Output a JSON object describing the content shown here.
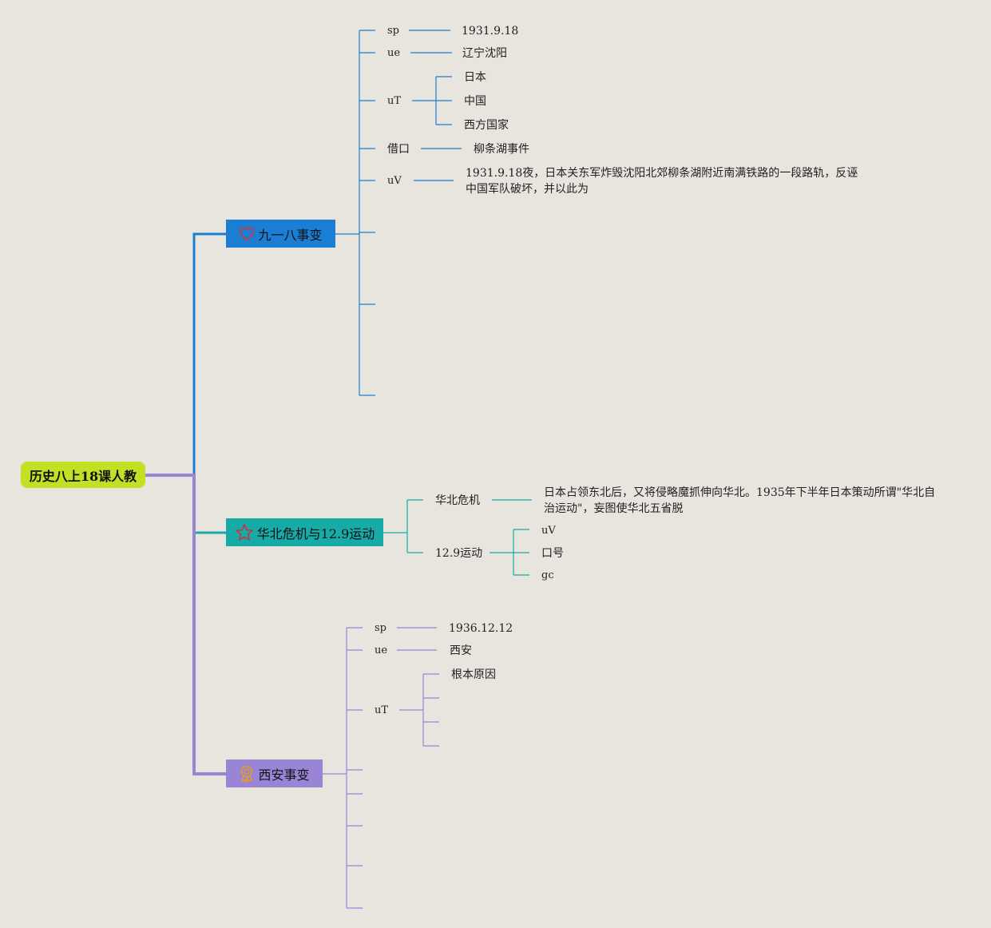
{
  "root": "历史八上18课人教",
  "branch1": {
    "title": "九一八事变",
    "icon": "heart-icon",
    "color": "#1a7fd4",
    "sp_label": "sp",
    "sp_value": "1931.9.18",
    "ue_label": "ue",
    "ue_value": "辽宁沈阳",
    "ut_label": "uT",
    "ut_items": [
      "日本",
      "中国",
      "西方国家"
    ],
    "pretext_label": "借口",
    "pretext_value": "柳条湖事件",
    "uv_label": "uV",
    "uv_value": "1931.9.18夜，日本关东军炸毁沈阳北郊柳条湖附近南满铁路的一段路轨，反诬中国军队破坏，并以此为"
  },
  "branch2": {
    "title": "华北危机与12.9运动",
    "icon": "star-icon",
    "color": "#17aaa7",
    "crisis_label": "华北危机",
    "crisis_value": "日本占领东北后，又将侵略魔抓伸向华北。1935年下半年日本策动所谓\"华北自治运动\"，妄图使华北五省脱",
    "movement_label": "12.9运动",
    "movement_items": [
      "uV",
      "口号",
      "gc"
    ]
  },
  "branch3": {
    "title": "西安事变",
    "icon": "award-icon",
    "color": "#9a84d6",
    "sp_label": "sp",
    "sp_value": "1936.12.12",
    "ue_label": "ue",
    "ue_value": "西安",
    "ut_label": "uT",
    "ut_item": "根本原因"
  }
}
